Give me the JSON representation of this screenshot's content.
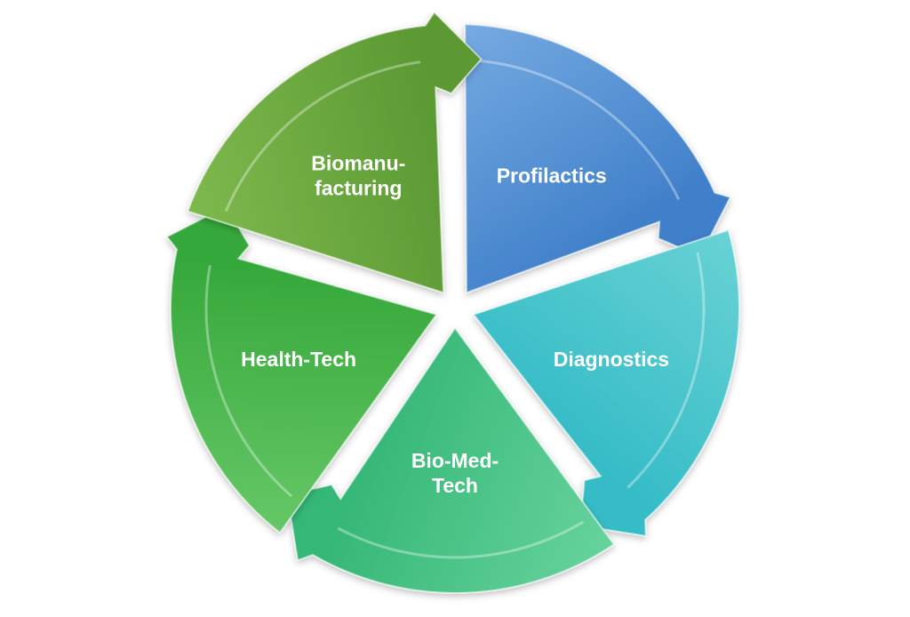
{
  "diagram": {
    "type": "cycle",
    "segments": [
      {
        "id": "profilactics",
        "lines": [
          "Profilactics"
        ],
        "colors": {
          "light": "#7fb2e6",
          "dark": "#3f7fc9"
        }
      },
      {
        "id": "diagnostics",
        "lines": [
          "Diagnostics"
        ],
        "colors": {
          "light": "#72d6d6",
          "dark": "#35bcc7"
        }
      },
      {
        "id": "bio-med-tech",
        "lines": [
          "Bio-Med-",
          "Tech"
        ],
        "colors": {
          "light": "#70d8a3",
          "dark": "#35b777"
        }
      },
      {
        "id": "health-tech",
        "lines": [
          "Health-Tech"
        ],
        "colors": {
          "light": "#6fcd6f",
          "dark": "#35a83a"
        }
      },
      {
        "id": "biomanufacturing",
        "lines": [
          "Biomanu-",
          "facturing"
        ],
        "colors": {
          "light": "#84bf52",
          "dark": "#5b9933"
        }
      }
    ]
  }
}
